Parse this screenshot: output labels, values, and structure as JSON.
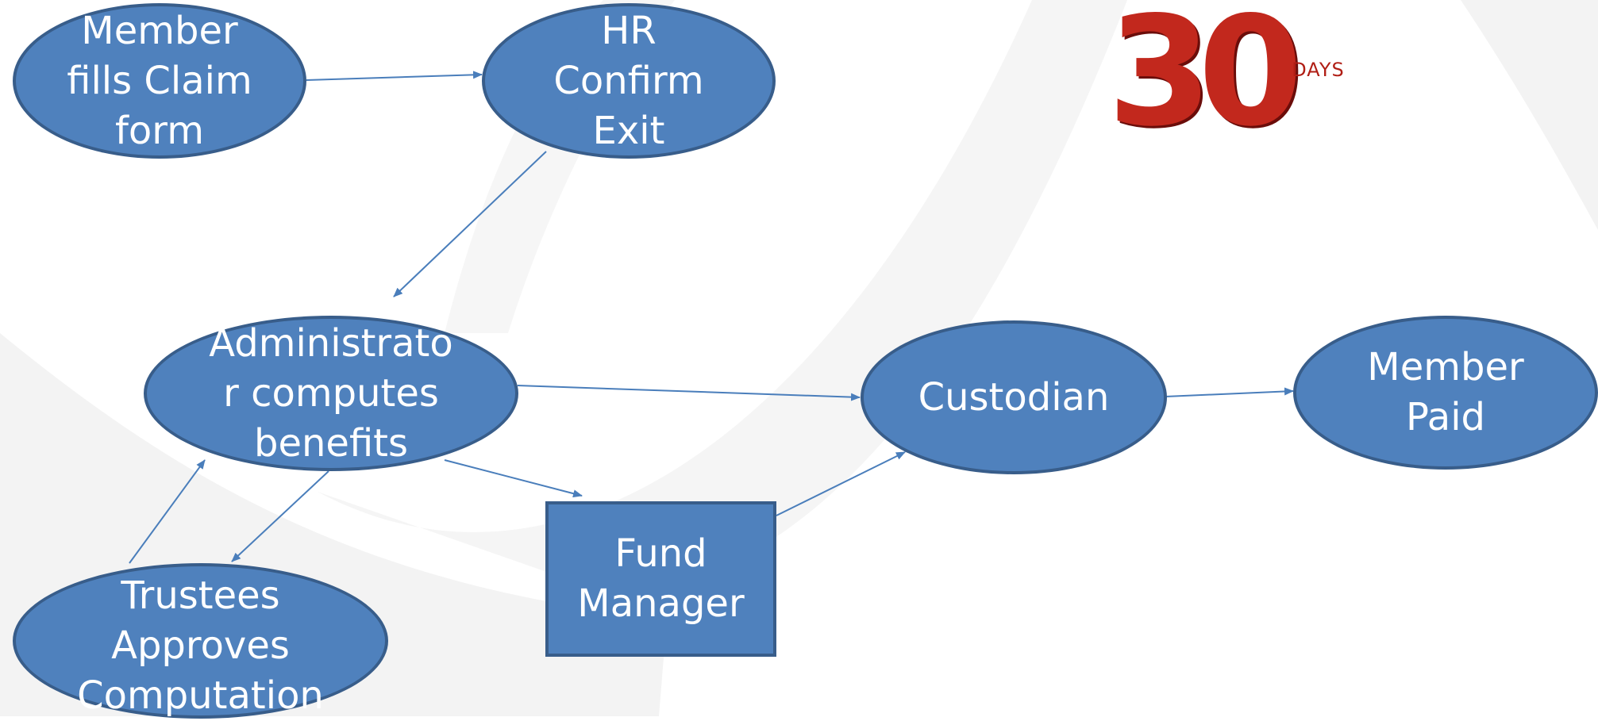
{
  "nodes": {
    "member_fills_claim": "Member\nfills Claim\nform",
    "hr_confirm_exit": "HR\nConfirm\nExit",
    "administrator": "Administrato\nr computes\nbenefits",
    "custodian": "Custodian",
    "member_paid": "Member\nPaid",
    "fund_manager": "Fund\nManager",
    "trustees": "Trustees\nApproves\nComputation"
  },
  "badge": {
    "number": "30",
    "unit": "DAYS"
  },
  "colors": {
    "node_fill": "#4f81bd",
    "node_border": "#385d8a",
    "arrow": "#4a7ebb",
    "badge_red": "#c2281d"
  }
}
